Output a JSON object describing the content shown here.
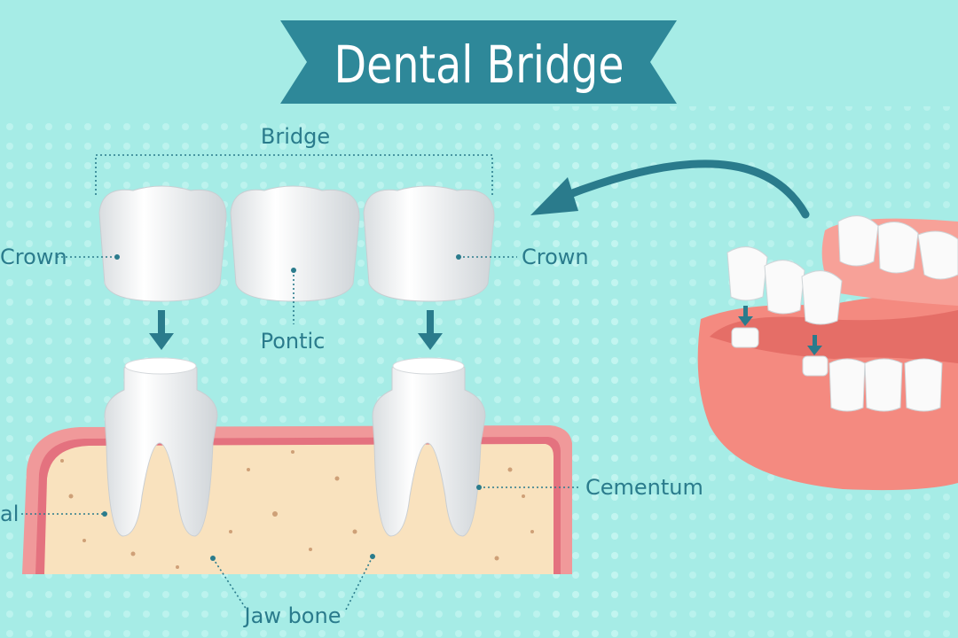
{
  "title": "Dental Bridge",
  "labels": {
    "bridge": "Bridge",
    "crown_left": "Crown",
    "crown_right": "Crown",
    "pontic": "Pontic",
    "root_canal_partial": "al",
    "cementum": "Cementum",
    "jaw_bone": "Jaw bone"
  },
  "colors": {
    "background": "#a6ece6",
    "banner": "#2e8899",
    "label_text": "#2a7b8c",
    "gum": "#f08c8c",
    "bone": "#f9e2be",
    "bone_spots": "#c08a60",
    "tooth": "#ffffff"
  }
}
